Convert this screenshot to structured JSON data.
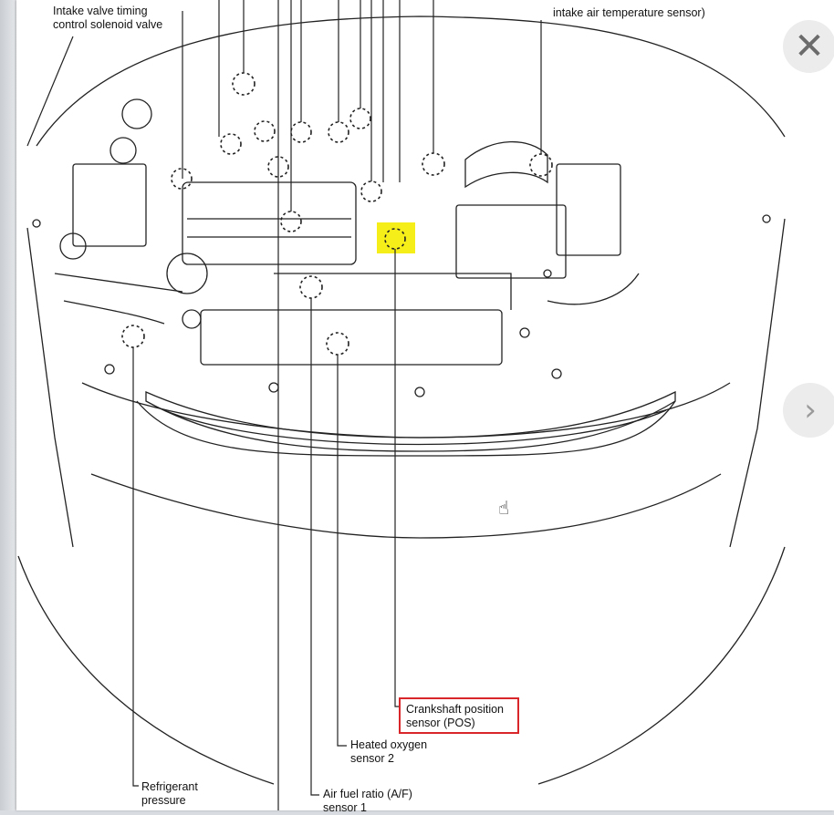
{
  "labels": {
    "intake_valve": "Intake valve timing\ncontrol solenoid valve",
    "intake_air_temp": "intake air temperature sensor)",
    "crankshaft": "Crankshaft position\nsensor (POS)",
    "heated_oxygen": "Heated oxygen\nsensor 2",
    "refrigerant": "Refrigerant\npressure",
    "air_fuel": "Air fuel ratio (A/F)\nsensor 1"
  },
  "controls": {
    "close_glyph": "✕",
    "next_glyph": "›"
  },
  "colors": {
    "highlight": "#f5ec00",
    "callout_border": "#d9262b"
  },
  "icons": {
    "cursor": "hand-pointer-icon"
  }
}
